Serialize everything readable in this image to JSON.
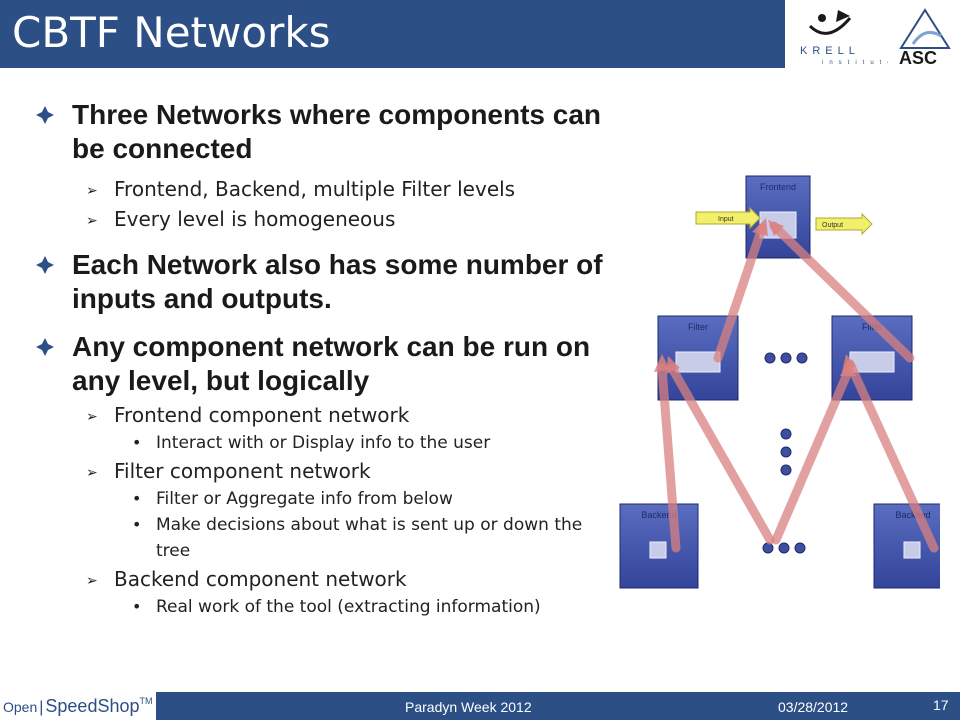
{
  "slide": {
    "title": "CBTF Networks",
    "logos": {
      "krell_word": "KRELL",
      "krell_sub": "institute",
      "asc_word": "ASC"
    }
  },
  "bullets": [
    {
      "text": "Three Networks where components can be connected",
      "subs": [
        {
          "text": "Frontend, Backend, multiple Filter levels"
        },
        {
          "text": "Every level is homogeneous"
        }
      ]
    },
    {
      "text": "Each Network also has some number of inputs and outputs."
    },
    {
      "text": "Any component network can be run on any level, but logically",
      "subs": [
        {
          "text": "Frontend component network",
          "items": [
            "Interact with or Display info to the user"
          ]
        },
        {
          "text": "Filter component network",
          "items": [
            "Filter or Aggregate info from below",
            "Make decisions about what is sent up or down the tree"
          ]
        },
        {
          "text": "Backend component network",
          "items": [
            "Real work of the tool (extracting information)"
          ]
        }
      ]
    }
  ],
  "diagram": {
    "frontend_label": "Frontend",
    "filter_left_label": "Filter",
    "filter_right_label": "Filter",
    "backend_left_label": "Backend",
    "backend_right_label": "Backend",
    "input_label": "Input",
    "output_label": "Output",
    "box_color": "#3d4f9e",
    "arrow_color": "#d98080"
  },
  "footer": {
    "logo_open": "Open",
    "logo_speedshop": "SpeedShop",
    "logo_tm": "TM",
    "center": "Paradyn Week 2012",
    "date": "03/28/2012",
    "page": "17"
  }
}
